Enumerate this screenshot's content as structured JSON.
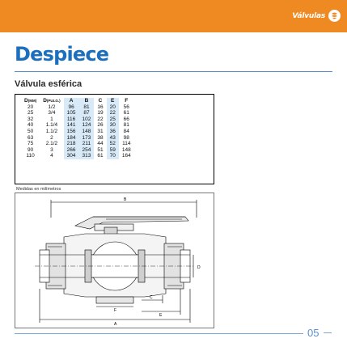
{
  "header": {
    "brand": "Válvulas",
    "accent_color": "#ef8a22",
    "logo_icon": "brand-logo-icon"
  },
  "page": {
    "title": "Despiece",
    "subtitle": "Válvula esférica",
    "number": "05",
    "title_color": "#1b6fbd"
  },
  "table": {
    "headers": [
      {
        "main": "D",
        "unit": "(MM)"
      },
      {
        "main": "D",
        "unit": "(PULG.)"
      },
      {
        "main": "A",
        "unit": ""
      },
      {
        "main": "B",
        "unit": ""
      },
      {
        "main": "C",
        "unit": ""
      },
      {
        "main": "E",
        "unit": ""
      },
      {
        "main": "F",
        "unit": ""
      }
    ],
    "rows": [
      [
        "20",
        "1/2",
        "96",
        "81",
        "16",
        "20",
        "56"
      ],
      [
        "25",
        "3/4",
        "105",
        "87",
        "19",
        "22",
        "61"
      ],
      [
        "32",
        "1",
        "116",
        "102",
        "22",
        "25",
        "66"
      ],
      [
        "40",
        "1.1/4",
        "141",
        "124",
        "26",
        "30",
        "81"
      ],
      [
        "50",
        "1.1/2",
        "156",
        "148",
        "31",
        "36",
        "84"
      ],
      [
        "63",
        "2",
        "184",
        "173",
        "38",
        "43",
        "98"
      ],
      [
        "75",
        "2.1/2",
        "218",
        "211",
        "44",
        "52",
        "114"
      ],
      [
        "90",
        "3",
        "266",
        "254",
        "51",
        "59",
        "148"
      ],
      [
        "110",
        "4",
        "304",
        "313",
        "61",
        "70",
        "164"
      ]
    ]
  },
  "drawing": {
    "caption": "Medidas en milímetros",
    "labels": {
      "a": "A",
      "b": "B",
      "c": "C",
      "d": "D",
      "e": "E",
      "f": "F"
    }
  }
}
